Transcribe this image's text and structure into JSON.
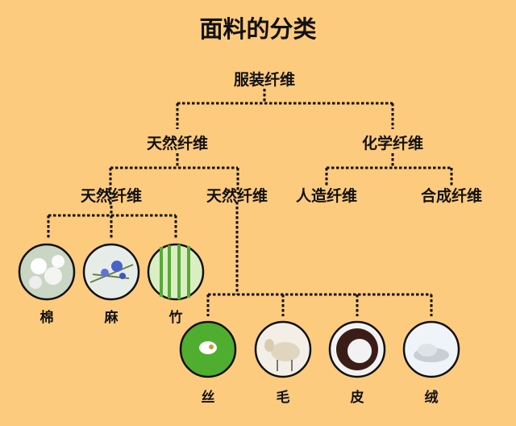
{
  "title": "面料的分类",
  "root": "服装纤维",
  "level1": [
    "天然纤维",
    "化学纤维"
  ],
  "level2": [
    "天然纤维",
    "天然纤维",
    "人造纤维",
    "合成纤维"
  ],
  "plant_fibers": [
    "棉",
    "麻",
    "竹"
  ],
  "animal_fibers": [
    "丝",
    "毛",
    "皮",
    "绒"
  ]
}
